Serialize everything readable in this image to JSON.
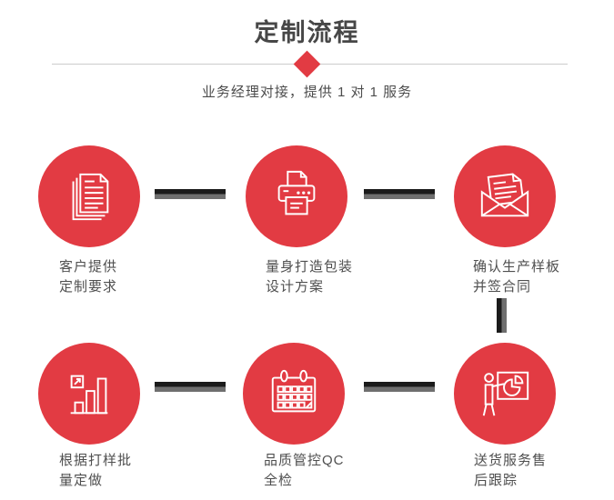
{
  "colors": {
    "accent_red": "#e23b43",
    "title_text": "#474747",
    "label_text": "#4f4f4f",
    "connector_dark": "#1b1b1b",
    "connector_gray": "#6f6f6f",
    "divider_line": "#cccccc"
  },
  "header": {
    "title": "定制流程",
    "subtitle": "业务经理对接，提供 1 对 1 服务"
  },
  "steps": [
    {
      "icon": "documents-icon",
      "line1": "客户提供",
      "line2": "定制要求"
    },
    {
      "icon": "printer-icon",
      "line1": "量身打造包装",
      "line2": "设计方案"
    },
    {
      "icon": "envelope-icon",
      "line1": "确认生产样板",
      "line2": "并签合同"
    },
    {
      "icon": "bar-chart-icon",
      "line1": "根据打样批",
      "line2": "量定做"
    },
    {
      "icon": "calendar-icon",
      "line1": "品质管控QC",
      "line2": "全检"
    },
    {
      "icon": "presentation-icon",
      "line1": "送货服务售",
      "line2": "后跟踪"
    }
  ]
}
